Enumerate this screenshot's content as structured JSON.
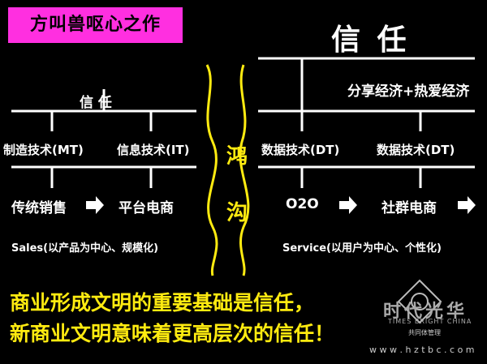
{
  "title": "方叫兽呕心之作",
  "left": {
    "header": "信 任",
    "tech": [
      "制造技术(MT)",
      "信息技术(IT)"
    ],
    "channels": [
      "传统销售",
      "平台电商"
    ],
    "note": "Sales(以产品为中心、规模化)"
  },
  "right": {
    "header": "信 任",
    "sub": "分享经济+热爱经济",
    "tech": [
      "数据技术(DT)",
      "数据技术(DT)"
    ],
    "channels": [
      "O2O",
      "社群电商"
    ],
    "note": "Service(以用户为中心、个性化)"
  },
  "chasm": [
    "鸿",
    "沟"
  ],
  "bottom": [
    "商业形成文明的重要基础是信任，",
    "新商业文明意味着更高层次的信任！"
  ],
  "logo": {
    "name": "时代光华",
    "english": "TIMES BRIGHT CHINA",
    "community": "共同体管理",
    "url": "w w w . h z t b c . c o m"
  },
  "colors": {
    "title_bg": "#ff2fe0",
    "accent": "#ffeb10",
    "line": "#ffffff",
    "bg": "#000000"
  }
}
